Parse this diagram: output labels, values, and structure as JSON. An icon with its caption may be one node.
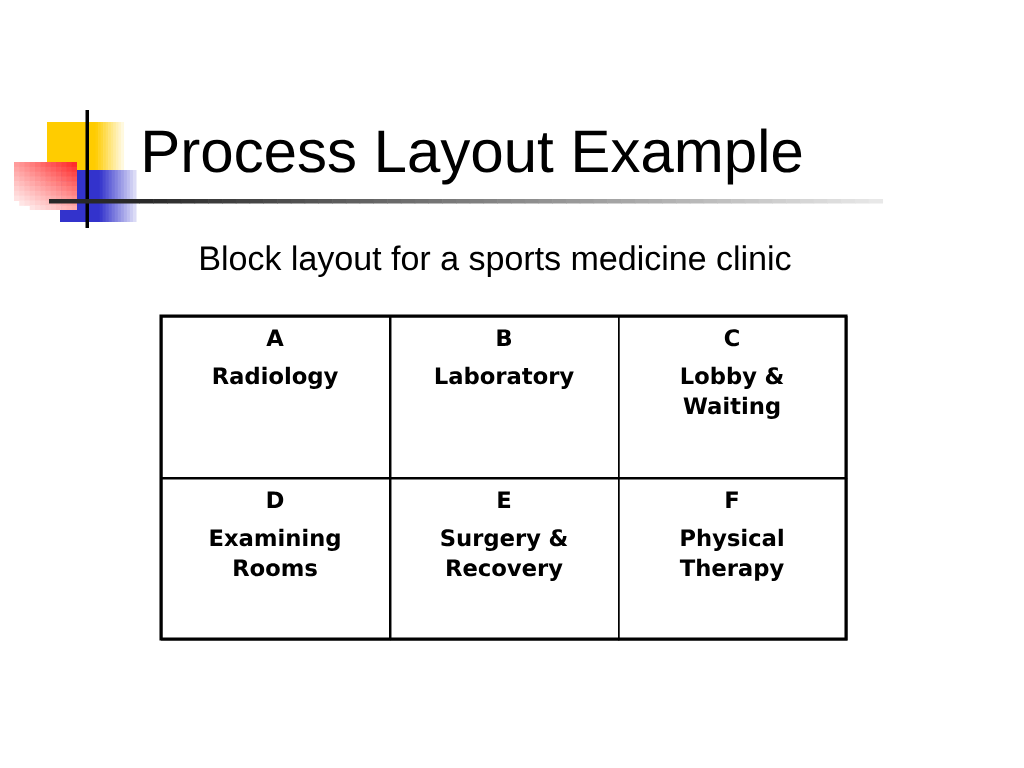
{
  "diagram": {
    "title": "Process Layout Example",
    "nodes": [
      {
        "text": [
          "A",
          "Radiology"
        ]
      },
      {
        "text": [
          "B",
          "Laboratory"
        ]
      },
      {
        "text": [
          "C",
          "Lobby & Waiting"
        ]
      },
      {
        "text": [
          "D",
          "Examining Rooms"
        ]
      },
      {
        "text": [
          "E",
          "Surgery & Recovery"
        ]
      },
      {
        "text": [
          "F",
          "Physical Therapy"
        ]
      }
    ],
    "labels": [
      "Block layout for a sports medicine clinic"
    ]
  }
}
